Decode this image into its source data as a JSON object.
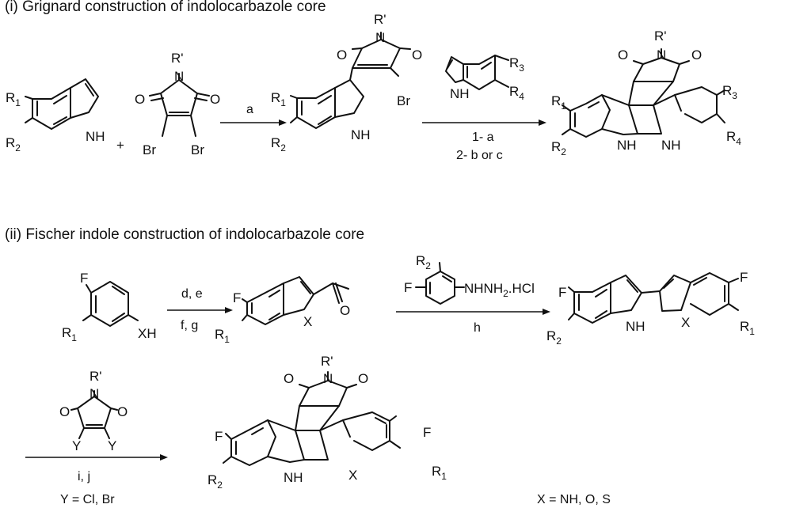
{
  "sections": [
    {
      "title": "(i) Grignard construction of indolocarbazole core"
    },
    {
      "title": "(ii) Fischer indole construction of indolocarbazole core"
    }
  ],
  "arrows": {
    "a1": {
      "conditions": [
        "a"
      ]
    },
    "a2": {
      "conditions": [
        "1- a",
        "2- b or c"
      ]
    },
    "a3": {
      "conditions": [
        "d, e",
        "f, g"
      ]
    },
    "a4": {
      "conditions": [
        "h"
      ]
    },
    "a5": {
      "conditions": [
        "i, j"
      ],
      "note": "Y = Cl, Br"
    }
  },
  "plus_sign": "+",
  "reagent_hydrazine": "NHNH2.HCl",
  "footnote": "X = NH, O, S",
  "atoms": {
    "NH": "NH",
    "N": "N",
    "O": "O",
    "Br": "Br",
    "F": "F",
    "X": "X",
    "XH": "XH",
    "Y": "Y",
    "R'": "R'",
    "R1": "R1",
    "R2": "R2",
    "R3": "R3",
    "R4": "R4"
  }
}
